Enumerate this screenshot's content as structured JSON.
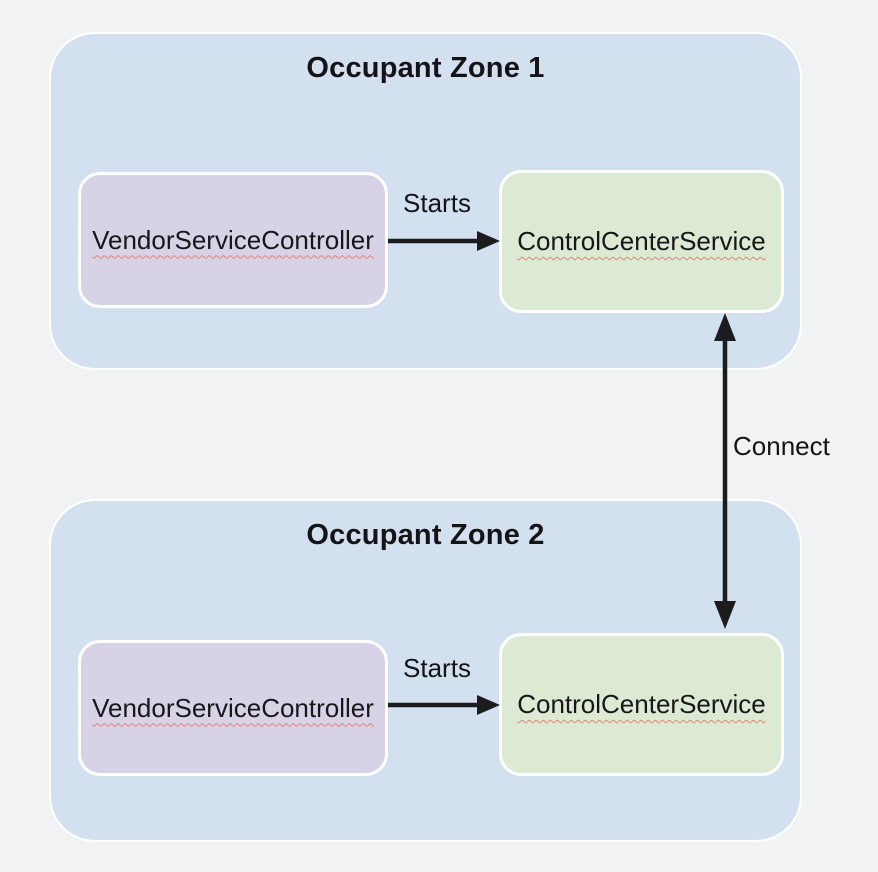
{
  "diagram": {
    "zones": [
      {
        "title": "Occupant Zone 1",
        "vendor_label": "VendorServiceController",
        "control_label": "ControlCenterService",
        "edge_label": "Starts"
      },
      {
        "title": "Occupant Zone 2",
        "vendor_label": "VendorServiceController",
        "control_label": "ControlCenterService",
        "edge_label": "Starts"
      }
    ],
    "connector_label": "Connect",
    "colors": {
      "background": "#f1f2f3",
      "zone_fill": "#d3e0f0",
      "vendor_fill": "#d8d2e7",
      "control_fill": "#dcead4",
      "box_border": "#ffffff",
      "arrow": "#1c1c1e",
      "spellcheck_underline": "#e2837a",
      "text": "#17171a"
    }
  }
}
